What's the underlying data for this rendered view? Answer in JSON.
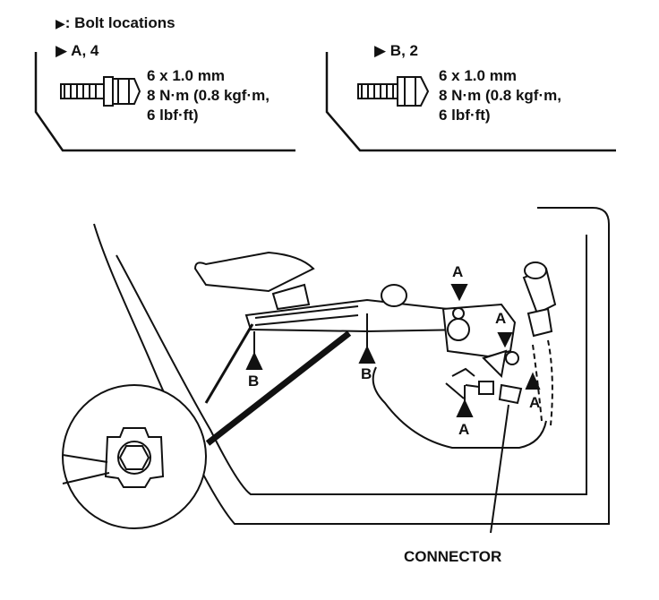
{
  "legend": {
    "symbol": "▶",
    "title": ": Bolt locations"
  },
  "bolt_specs": [
    {
      "label": "A, 4",
      "size": "6 x 1.0 mm",
      "torque_line1": "8 N·m (0.8 kgf·m,",
      "torque_line2": "6 lbf·ft)"
    },
    {
      "label": "B, 2",
      "size": "6 x 1.0 mm",
      "torque_line1": "8 N·m (0.8 kgf·m,",
      "torque_line2": "6 lbf·ft)"
    }
  ],
  "callouts": {
    "a": "A",
    "b": "B",
    "connector": "CONNECTOR"
  }
}
